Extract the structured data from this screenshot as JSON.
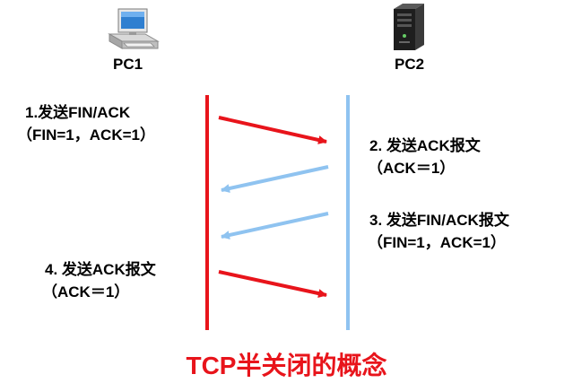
{
  "nodes": {
    "pc1": {
      "label": "PC1",
      "icon": "desktop-computer-icon"
    },
    "pc2": {
      "label": "PC2",
      "icon": "server-tower-icon"
    }
  },
  "steps": [
    {
      "line1": "1.发送FIN/ACK",
      "line2": "（FIN=1，ACK=1）",
      "direction": "pc1-to-pc2",
      "color": "#e8141b"
    },
    {
      "line1": "2. 发送ACK报文",
      "line2": "（ACK＝1）",
      "direction": "pc2-to-pc1",
      "color": "#8fc3f0"
    },
    {
      "line1": "3. 发送FIN/ACK报文",
      "line2": "（FIN=1，ACK=1）",
      "direction": "pc2-to-pc1",
      "color": "#8fc3f0"
    },
    {
      "line1": "4. 发送ACK报文",
      "line2": "（ACK＝1）",
      "direction": "pc1-to-pc2",
      "color": "#e8141b"
    }
  ],
  "colors": {
    "pc1_line": "#e8141b",
    "pc2_line": "#8fc3f0",
    "title": "#e8141b"
  },
  "title": "TCP半关闭的概念"
}
